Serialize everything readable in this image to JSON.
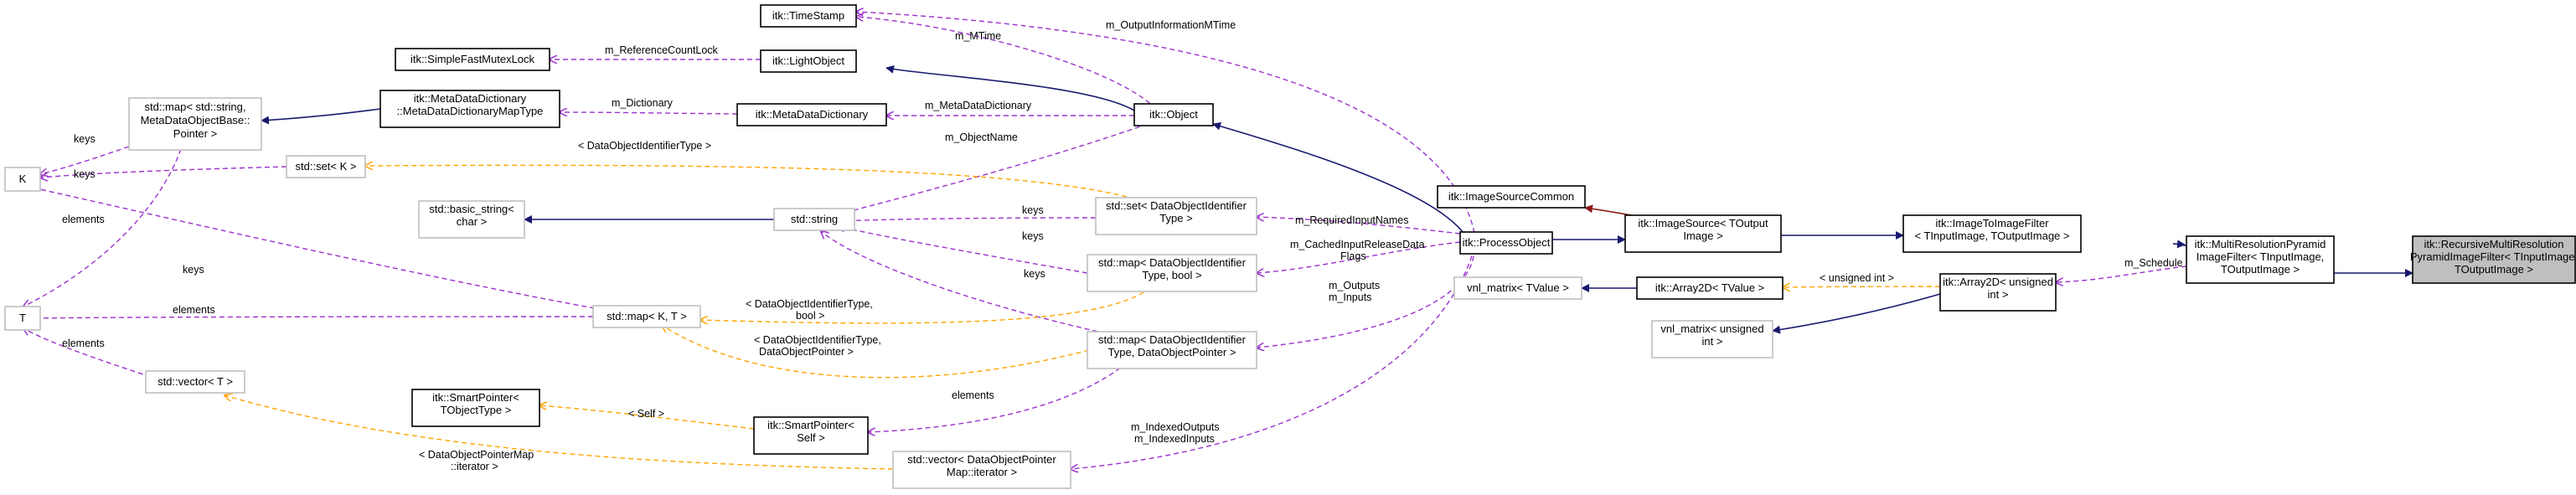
{
  "nodes": [
    {
      "id": "recursive",
      "lines": [
        "itk::RecursiveMultiResolution",
        "PyramidImageFilter< TInputImage,",
        "TOutputImage >"
      ]
    },
    {
      "id": "multires",
      "lines": [
        "itk::MultiResolutionPyramid",
        "ImageFilter< TInputImage,",
        "TOutputImage >"
      ]
    },
    {
      "id": "img2img",
      "lines": [
        "itk::ImageToImageFilter",
        "< TInputImage, TOutputImage >"
      ]
    },
    {
      "id": "array2d_uint",
      "lines": [
        "itk::Array2D< unsigned",
        "int >"
      ]
    },
    {
      "id": "imgsource",
      "lines": [
        "itk::ImageSource< TOutput",
        "Image >"
      ]
    },
    {
      "id": "imgsourcecommon",
      "lines": [
        "itk::ImageSourceCommon"
      ]
    },
    {
      "id": "array2d_tv",
      "lines": [
        "itk::Array2D< TValue >"
      ]
    },
    {
      "id": "vnl_tv",
      "lines": [
        "vnl_matrix< TValue >"
      ]
    },
    {
      "id": "vnl_uint",
      "lines": [
        "vnl_matrix< unsigned",
        "int >"
      ]
    },
    {
      "id": "procobj",
      "lines": [
        "itk::ProcessObject"
      ]
    },
    {
      "id": "object",
      "lines": [
        "itk::Object"
      ]
    },
    {
      "id": "timestamp",
      "lines": [
        "itk::TimeStamp"
      ]
    },
    {
      "id": "lightobj",
      "lines": [
        "itk::LightObject"
      ]
    },
    {
      "id": "fastmutex",
      "lines": [
        "itk::SimpleFastMutexLock"
      ]
    },
    {
      "id": "metadict",
      "lines": [
        "itk::MetaDataDictionary"
      ]
    },
    {
      "id": "metamap",
      "lines": [
        "itk::MetaDataDictionary",
        "::MetaDataDictionaryMapType"
      ]
    },
    {
      "id": "stdmap_str",
      "lines": [
        "std::map< std::string,",
        "MetaDataObjectBase::",
        "Pointer >"
      ]
    },
    {
      "id": "K",
      "lines": [
        "K"
      ]
    },
    {
      "id": "stdset_K",
      "lines": [
        "std::set< K >"
      ]
    },
    {
      "id": "T",
      "lines": [
        "T"
      ]
    },
    {
      "id": "stdvector_T",
      "lines": [
        "std::vector< T >"
      ]
    },
    {
      "id": "basic_string",
      "lines": [
        "std::basic_string<",
        "char >"
      ]
    },
    {
      "id": "stdstring",
      "lines": [
        "std::string"
      ]
    },
    {
      "id": "stdmap_KT",
      "lines": [
        "std::map< K, T >"
      ]
    },
    {
      "id": "smartptr_tobj",
      "lines": [
        "itk::SmartPointer<",
        "TObjectType >"
      ]
    },
    {
      "id": "smartptr_self",
      "lines": [
        "itk::SmartPointer<",
        "Self >"
      ]
    },
    {
      "id": "set_doi",
      "lines": [
        "std::set< DataObjectIdentifier",
        "Type >"
      ]
    },
    {
      "id": "map_doi_bool",
      "lines": [
        "std::map< DataObjectIdentifier",
        "Type, bool >"
      ]
    },
    {
      "id": "map_doi_ptr",
      "lines": [
        "std::map< DataObjectIdentifier",
        "Type, DataObjectPointer >"
      ]
    },
    {
      "id": "vector_doptr",
      "lines": [
        "std::vector< DataObjectPointer",
        "Map::iterator >"
      ]
    }
  ],
  "edges": [
    {
      "id": "e1",
      "label": [
        "m_Schedule"
      ]
    },
    {
      "id": "e2",
      "label": [
        "< unsigned int >"
      ]
    },
    {
      "id": "e3",
      "label": [
        "m_RequiredInputNames"
      ]
    },
    {
      "id": "e4",
      "label": [
        "m_CachedInputReleaseData",
        "Flags"
      ]
    },
    {
      "id": "e5",
      "label": [
        "m_Outputs",
        "m_Inputs"
      ]
    },
    {
      "id": "e6",
      "label": [
        "m_IndexedOutputs",
        "m_IndexedInputs"
      ]
    },
    {
      "id": "e7",
      "label": [
        "m_OutputInformationMTime"
      ]
    },
    {
      "id": "e8",
      "label": [
        "m_MTime"
      ]
    },
    {
      "id": "e9",
      "label": [
        "m_ReferenceCountLock"
      ]
    },
    {
      "id": "e10",
      "label": [
        "m_MetaDataDictionary"
      ]
    },
    {
      "id": "e11",
      "label": [
        "m_Dictionary"
      ]
    },
    {
      "id": "e12",
      "label": [
        "m_ObjectName"
      ]
    },
    {
      "id": "e13",
      "label": [
        "keys"
      ]
    },
    {
      "id": "e14",
      "label": [
        "keys"
      ]
    },
    {
      "id": "e15",
      "label": [
        "elements"
      ]
    },
    {
      "id": "e16",
      "label": [
        "< DataObjectIdentifierType >"
      ]
    },
    {
      "id": "e17",
      "label": [
        "keys"
      ]
    },
    {
      "id": "e18",
      "label": [
        "elements"
      ]
    },
    {
      "id": "e19",
      "label": [
        "elements"
      ]
    },
    {
      "id": "e20",
      "label": [
        "keys"
      ]
    },
    {
      "id": "e21",
      "label": [
        "keys"
      ]
    },
    {
      "id": "e22",
      "label": [
        "< DataObjectIdentifierType,",
        "bool >"
      ]
    },
    {
      "id": "e23",
      "label": [
        "< DataObjectIdentifierType,",
        "DataObjectPointer >"
      ]
    },
    {
      "id": "e24",
      "label": [
        "keys"
      ]
    },
    {
      "id": "e25",
      "label": [
        "< Self >"
      ]
    },
    {
      "id": "e26",
      "label": [
        "elements"
      ]
    },
    {
      "id": "e27",
      "label": [
        "< DataObjectPointerMap",
        "::iterator >"
      ]
    }
  ]
}
